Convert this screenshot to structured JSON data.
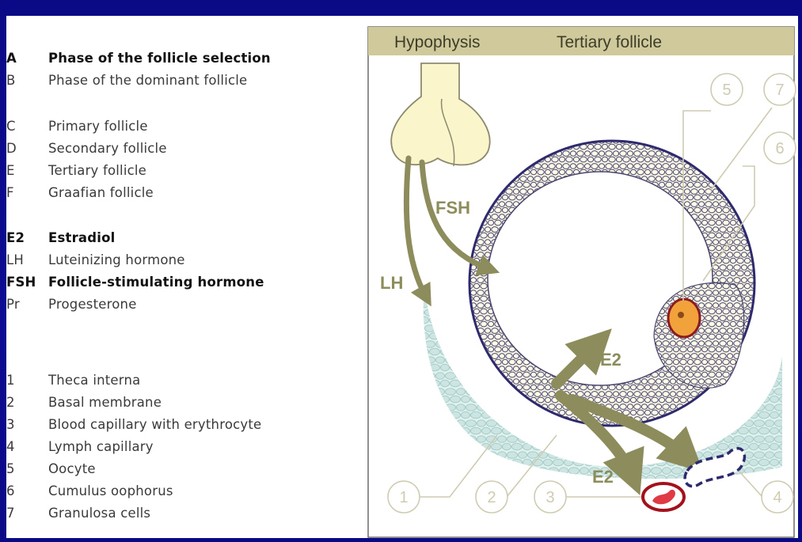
{
  "legend": {
    "phases": [
      {
        "code": "A",
        "text": "Phase of the follicle selection",
        "bold": true
      },
      {
        "code": "B",
        "text": "Phase of the dominant follicle",
        "bold": false
      }
    ],
    "follicles": [
      {
        "code": "C",
        "text": "Primary follicle"
      },
      {
        "code": "D",
        "text": "Secondary follicle"
      },
      {
        "code": "E",
        "text": "Tertiary follicle"
      },
      {
        "code": "F",
        "text": "Graafian follicle"
      }
    ],
    "hormones": [
      {
        "code": "E2",
        "text": "Estradiol",
        "bold": true
      },
      {
        "code": "LH",
        "text": "Luteinizing hormone",
        "bold": false
      },
      {
        "code": "FSH",
        "text": "Follicle-stimulating hormone",
        "bold": true
      },
      {
        "code": "Pr",
        "text": "Progesterone",
        "bold": false
      }
    ],
    "structures": [
      {
        "code": "1",
        "text": "Theca interna"
      },
      {
        "code": "2",
        "text": "Basal membrane"
      },
      {
        "code": "3",
        "text": "Blood capillary with erythrocyte"
      },
      {
        "code": "4",
        "text": "Lymph capillary"
      },
      {
        "code": "5",
        "text": "Oocyte"
      },
      {
        "code": "6",
        "text": "Cumulus oophorus"
      },
      {
        "code": "7",
        "text": "Granulosa cells"
      }
    ]
  },
  "diagram": {
    "header_left": "Hypophysis",
    "header_right": "Tertiary follicle",
    "arrow_labels": {
      "fsh": "FSH",
      "lh": "LH",
      "e2_upper": "E2",
      "e2_lower": "E2"
    },
    "callouts": [
      "1",
      "2",
      "3",
      "4",
      "5",
      "6",
      "7"
    ]
  },
  "colors": {
    "background": "#0c0a8a",
    "header_bar": "#cfc99b",
    "arrow": "#8d8c5c",
    "follicle_outline": "#2e2a6e",
    "theca": "#cfe6e4",
    "oocyte": "#f2a23a",
    "erythrocyte": "#e03a46",
    "callout": "#cfcbb2"
  }
}
